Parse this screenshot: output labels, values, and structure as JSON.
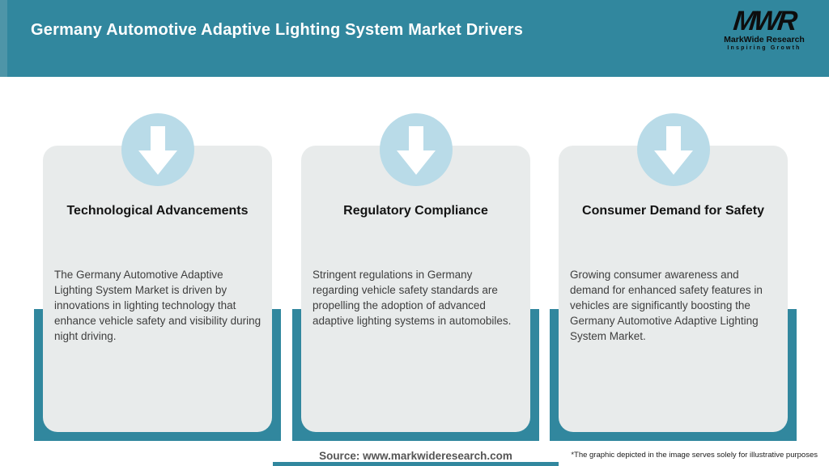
{
  "header": {
    "title": "Germany Automotive Adaptive Lighting System Market Drivers",
    "logo": {
      "acronym": "MWR",
      "company": "MarkWide Research",
      "tagline": "Inspiring Growth"
    }
  },
  "cards": [
    {
      "icon": "arrow-down-icon",
      "title": "Technological Advancements",
      "body": "The Germany Automotive Adaptive Lighting System Market is driven by innovations in lighting technology that enhance vehicle safety and visibility during night driving."
    },
    {
      "icon": "arrow-down-icon",
      "title": "Regulatory Compliance",
      "body": "Stringent regulations in Germany regarding vehicle safety standards are propelling the adoption of advanced adaptive lighting systems in automobiles."
    },
    {
      "icon": "arrow-down-icon",
      "title": "Consumer Demand for Safety",
      "body": "Growing consumer awareness and demand for enhanced safety features in vehicles are significantly boosting the Germany Automotive Adaptive Lighting System Market."
    }
  ],
  "footer": {
    "source": "Source: www.markwideresearch.com",
    "disclaimer": "*The graphic depicted in the image serves solely for illustrative purposes"
  },
  "colors": {
    "header_teal": "#31879e",
    "card_gray": "#e8ebeb",
    "circle_blue": "#b9dbe8",
    "body_text": "#3e3e3e"
  }
}
